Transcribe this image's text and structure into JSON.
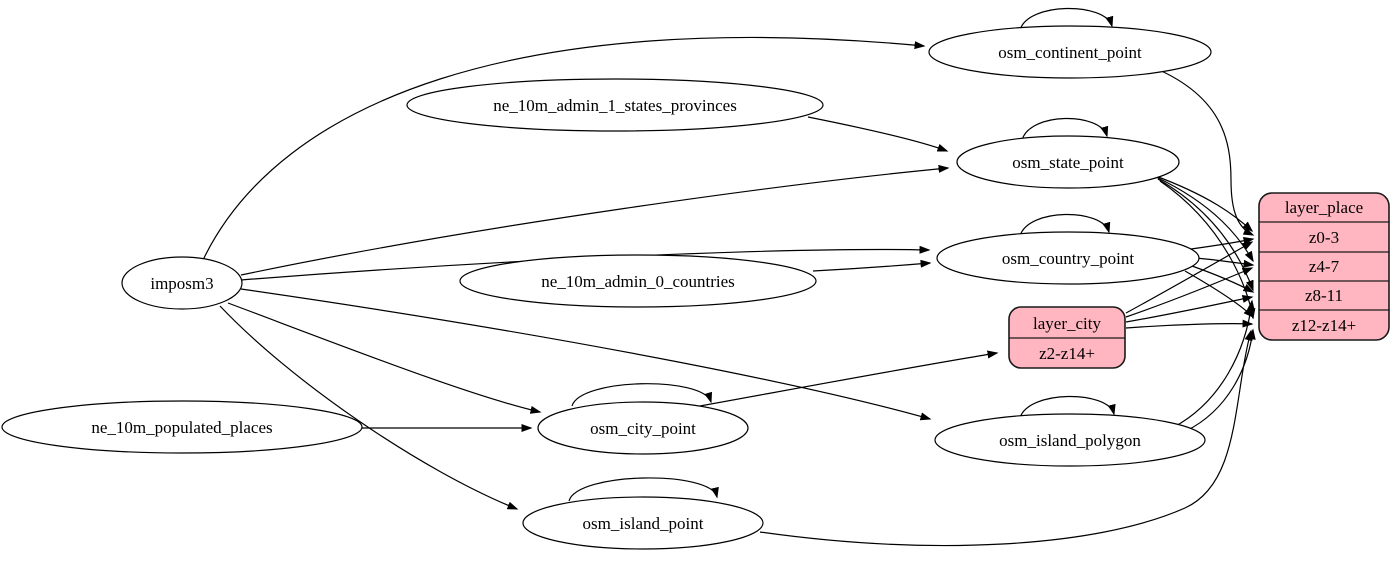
{
  "diagram": {
    "kind": "etl-dependency-graph",
    "background_color": "#ffffff",
    "edge_color": "#000000",
    "layer_fill_color": "#ffb6c1",
    "tables": {
      "imposm3": "imposm3",
      "ne_10m_admin_1_states_provinces": "ne_10m_admin_1_states_provinces",
      "ne_10m_admin_0_countries": "ne_10m_admin_0_countries",
      "ne_10m_populated_places": "ne_10m_populated_places",
      "osm_continent_point": "osm_continent_point",
      "osm_state_point": "osm_state_point",
      "osm_country_point": "osm_country_point",
      "osm_city_point": "osm_city_point",
      "osm_island_polygon": "osm_island_polygon",
      "osm_island_point": "osm_island_point"
    },
    "layers": {
      "layer_city": {
        "title": "layer_city",
        "rows": [
          "z2-z14+"
        ]
      },
      "layer_place": {
        "title": "layer_place",
        "rows": [
          "z0-3",
          "z4-7",
          "z8-11",
          "z12-z14+"
        ]
      }
    },
    "edges": [
      {
        "from": "imposm3",
        "to": "osm_continent_point"
      },
      {
        "from": "imposm3",
        "to": "osm_state_point"
      },
      {
        "from": "imposm3",
        "to": "osm_country_point"
      },
      {
        "from": "imposm3",
        "to": "osm_city_point"
      },
      {
        "from": "imposm3",
        "to": "osm_island_polygon"
      },
      {
        "from": "imposm3",
        "to": "osm_island_point"
      },
      {
        "from": "ne_10m_admin_1_states_provinces",
        "to": "osm_state_point"
      },
      {
        "from": "ne_10m_admin_0_countries",
        "to": "osm_country_point"
      },
      {
        "from": "ne_10m_populated_places",
        "to": "osm_city_point"
      },
      {
        "from": "osm_continent_point",
        "to": "osm_continent_point"
      },
      {
        "from": "osm_state_point",
        "to": "osm_state_point"
      },
      {
        "from": "osm_country_point",
        "to": "osm_country_point"
      },
      {
        "from": "osm_city_point",
        "to": "osm_city_point"
      },
      {
        "from": "osm_island_polygon",
        "to": "osm_island_polygon"
      },
      {
        "from": "osm_island_point",
        "to": "osm_island_point"
      },
      {
        "from": "osm_continent_point",
        "to": "layer_place",
        "to_row": "z0-3"
      },
      {
        "from": "osm_state_point",
        "to": "layer_place",
        "to_row": "z0-3"
      },
      {
        "from": "osm_state_point",
        "to": "layer_place",
        "to_row": "z4-7"
      },
      {
        "from": "osm_state_point",
        "to": "layer_place",
        "to_row": "z8-11"
      },
      {
        "from": "osm_state_point",
        "to": "layer_place",
        "to_row": "z12-z14+"
      },
      {
        "from": "osm_country_point",
        "to": "layer_place",
        "to_row": "z0-3"
      },
      {
        "from": "osm_country_point",
        "to": "layer_place",
        "to_row": "z4-7"
      },
      {
        "from": "osm_country_point",
        "to": "layer_place",
        "to_row": "z8-11"
      },
      {
        "from": "osm_country_point",
        "to": "layer_place",
        "to_row": "z12-z14+"
      },
      {
        "from": "osm_city_point",
        "to": "layer_city",
        "to_row": "z2-z14+"
      },
      {
        "from": "layer_city",
        "to": "layer_place",
        "to_row": "z0-3"
      },
      {
        "from": "layer_city",
        "to": "layer_place",
        "to_row": "z4-7"
      },
      {
        "from": "layer_city",
        "to": "layer_place",
        "to_row": "z8-11"
      },
      {
        "from": "layer_city",
        "to": "layer_place",
        "to_row": "z12-z14+"
      },
      {
        "from": "osm_island_polygon",
        "to": "layer_place",
        "to_row": "z8-11"
      },
      {
        "from": "osm_island_polygon",
        "to": "layer_place",
        "to_row": "z12-z14+"
      },
      {
        "from": "osm_island_point",
        "to": "layer_place",
        "to_row": "z12-z14+"
      }
    ]
  }
}
